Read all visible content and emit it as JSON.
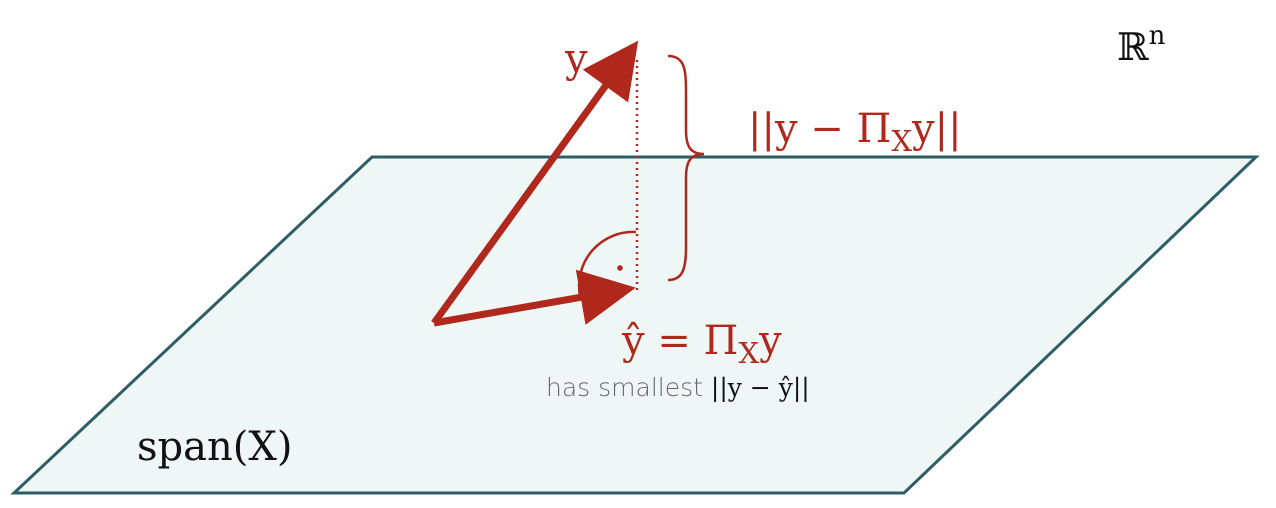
{
  "labels": {
    "space": "ℝ",
    "space_sup": "n",
    "subspace": "span(X)",
    "y": "y",
    "residual_norm": {
      "pre": "||y − Π",
      "sub": "X",
      "post": "y||"
    },
    "projection": {
      "pre": "ŷ = Π",
      "sub": "X",
      "post": "y"
    },
    "caption": {
      "text": "has smallest ",
      "norm": "||y − ŷ||"
    }
  },
  "colors": {
    "accent": "#b0281c",
    "plane_fill": "#eef7f6",
    "plane_stroke": "#2f5d66",
    "caption_gray": "#666666",
    "text_dark": "#111111"
  }
}
